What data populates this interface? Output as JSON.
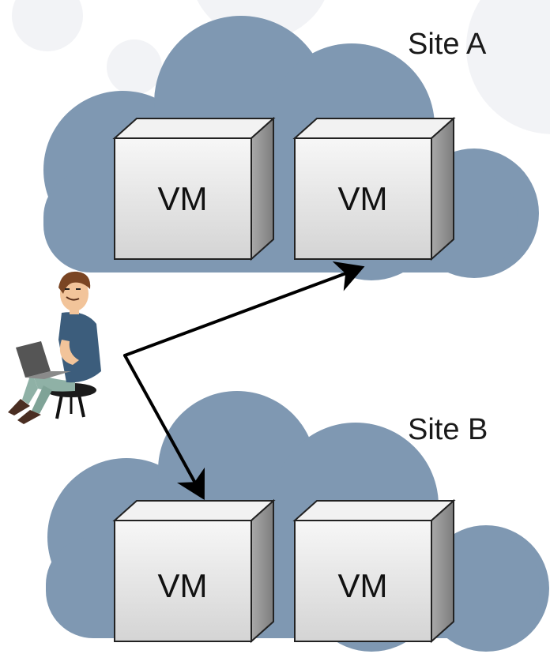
{
  "sites": [
    {
      "label": "Site A",
      "vms": [
        "VM",
        "VM"
      ]
    },
    {
      "label": "Site B",
      "vms": [
        "VM",
        "VM"
      ]
    }
  ],
  "user": {
    "icon": "person-with-laptop-icon"
  },
  "colors": {
    "cloud": "#7f98b2",
    "vm_front": "#e7e7e7",
    "vm_edge": "#2b2b2b",
    "arrow": "#000000",
    "background_circle": "#f3f4f7"
  }
}
